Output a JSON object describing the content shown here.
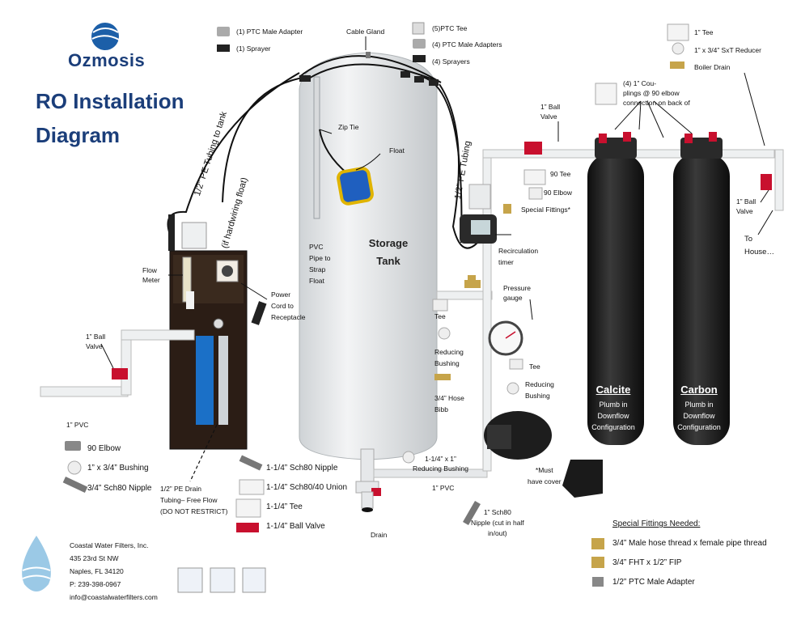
{
  "brand": {
    "name": "Ozmosis"
  },
  "title": {
    "line1": "RO Installation",
    "line2": "Diagram"
  },
  "top_center": {
    "ptc_male_adapter": "(1) PTC Male Adapter",
    "sprayer": "(1) Sprayer",
    "cable_gland": "Cable Gland",
    "ptc_tee": "(5)PTC Tee",
    "ptc_male_adapters": "(4) PTC Male Adapters",
    "sprayers": "(4) Sprayers"
  },
  "top_right": {
    "tee": "1” Tee",
    "reducer": "1” x 3/4” SxT Reducer",
    "boiler_drain": "Boiler Drain",
    "couplings": "(4) 1” Cou-\nplings @ 90 elbow\nconnection on back of",
    "ball_valve_top": "1” Ball\nValve",
    "tee90": "90 Tee",
    "elbow90": "90 Elbow",
    "special_fittings": "Special Fittings*",
    "ball_valve_right": "1” Ball\nValve",
    "to_house": "To\nHouse…",
    "recirc_timer": "Recirculation\ntimer",
    "pressure_gauge": "Pressure\ngauge"
  },
  "rotated": {
    "tubing_to_tank": "1/2” PE Tubing to tank",
    "hardwiring": "(if hardwiring float)",
    "tubing": "1/2” PE Tubing"
  },
  "tank": {
    "zip_tie": "Zip Tie",
    "float": "Float",
    "pvc_pipe": "PVC\nPipe to\nStrap\nFloat",
    "name": "Storage\nTank",
    "drain": "Drain"
  },
  "ro_unit": {
    "flow_meter": "Flow\nMeter",
    "power_cord": "Power\nCord to\nReceptacle",
    "ball_valve": "1” Ball\nValve",
    "pvc": "1” PVC",
    "drain_tubing": "1/2” PE Drain\nTubing– Free Flow\n(DO NOT RESTRICT)"
  },
  "left_parts": {
    "elbow": "90 Elbow",
    "bushing": "1” x 3/4” Bushing",
    "nipple": "3/4” Sch80 Nipple"
  },
  "center_parts": {
    "nipple": "1-1/4” Sch80 Nipple",
    "union": "1-1/4” Sch80/40 Union",
    "tee": "1-1/4” Tee",
    "ball_valve": "1-1/4” Ball Valve"
  },
  "right_of_tank": {
    "tee": "Tee",
    "reducing_bushing": "Reducing\nBushing",
    "hose_bibb": "3/4” Hose\nBibb",
    "tee2": "Tee",
    "reducing_bushing2": "Reducing\nBushing",
    "reducing_bushing_size": "1-1/4” x 1”\nReducing Bushing",
    "pvc": "1” PVC",
    "nipple_cut": "1” Sch80\nNipple (cut in half\nin/out)",
    "must_cover": "*Must\nhave cover"
  },
  "tanks": {
    "calcite_title": "Calcite",
    "calcite_sub": "Plumb in\nDownflow\nConfiguration",
    "carbon_title": "Carbon",
    "carbon_sub": "Plumb in\nDownflow\nConfiguration"
  },
  "special_fittings": {
    "heading": "Special Fittings Needed:",
    "items": [
      "3/4” Male hose thread x female pipe thread",
      "3/4” FHT x 1/2” FIP",
      "1/2” PTC Male Adapter"
    ]
  },
  "company": {
    "name": "Coastal Water Filters, Inc.",
    "address1": "435 23rd St NW",
    "address2": "Naples, FL 34120",
    "phone": "P: 239-398-0967",
    "email": "info@coastalwaterfilters.com"
  },
  "colors": {
    "brand_blue": "#1b3e7a",
    "tank_black": "#1a1a1a",
    "valve_red": "#c8102e",
    "tank_white": "#e9ebec"
  }
}
